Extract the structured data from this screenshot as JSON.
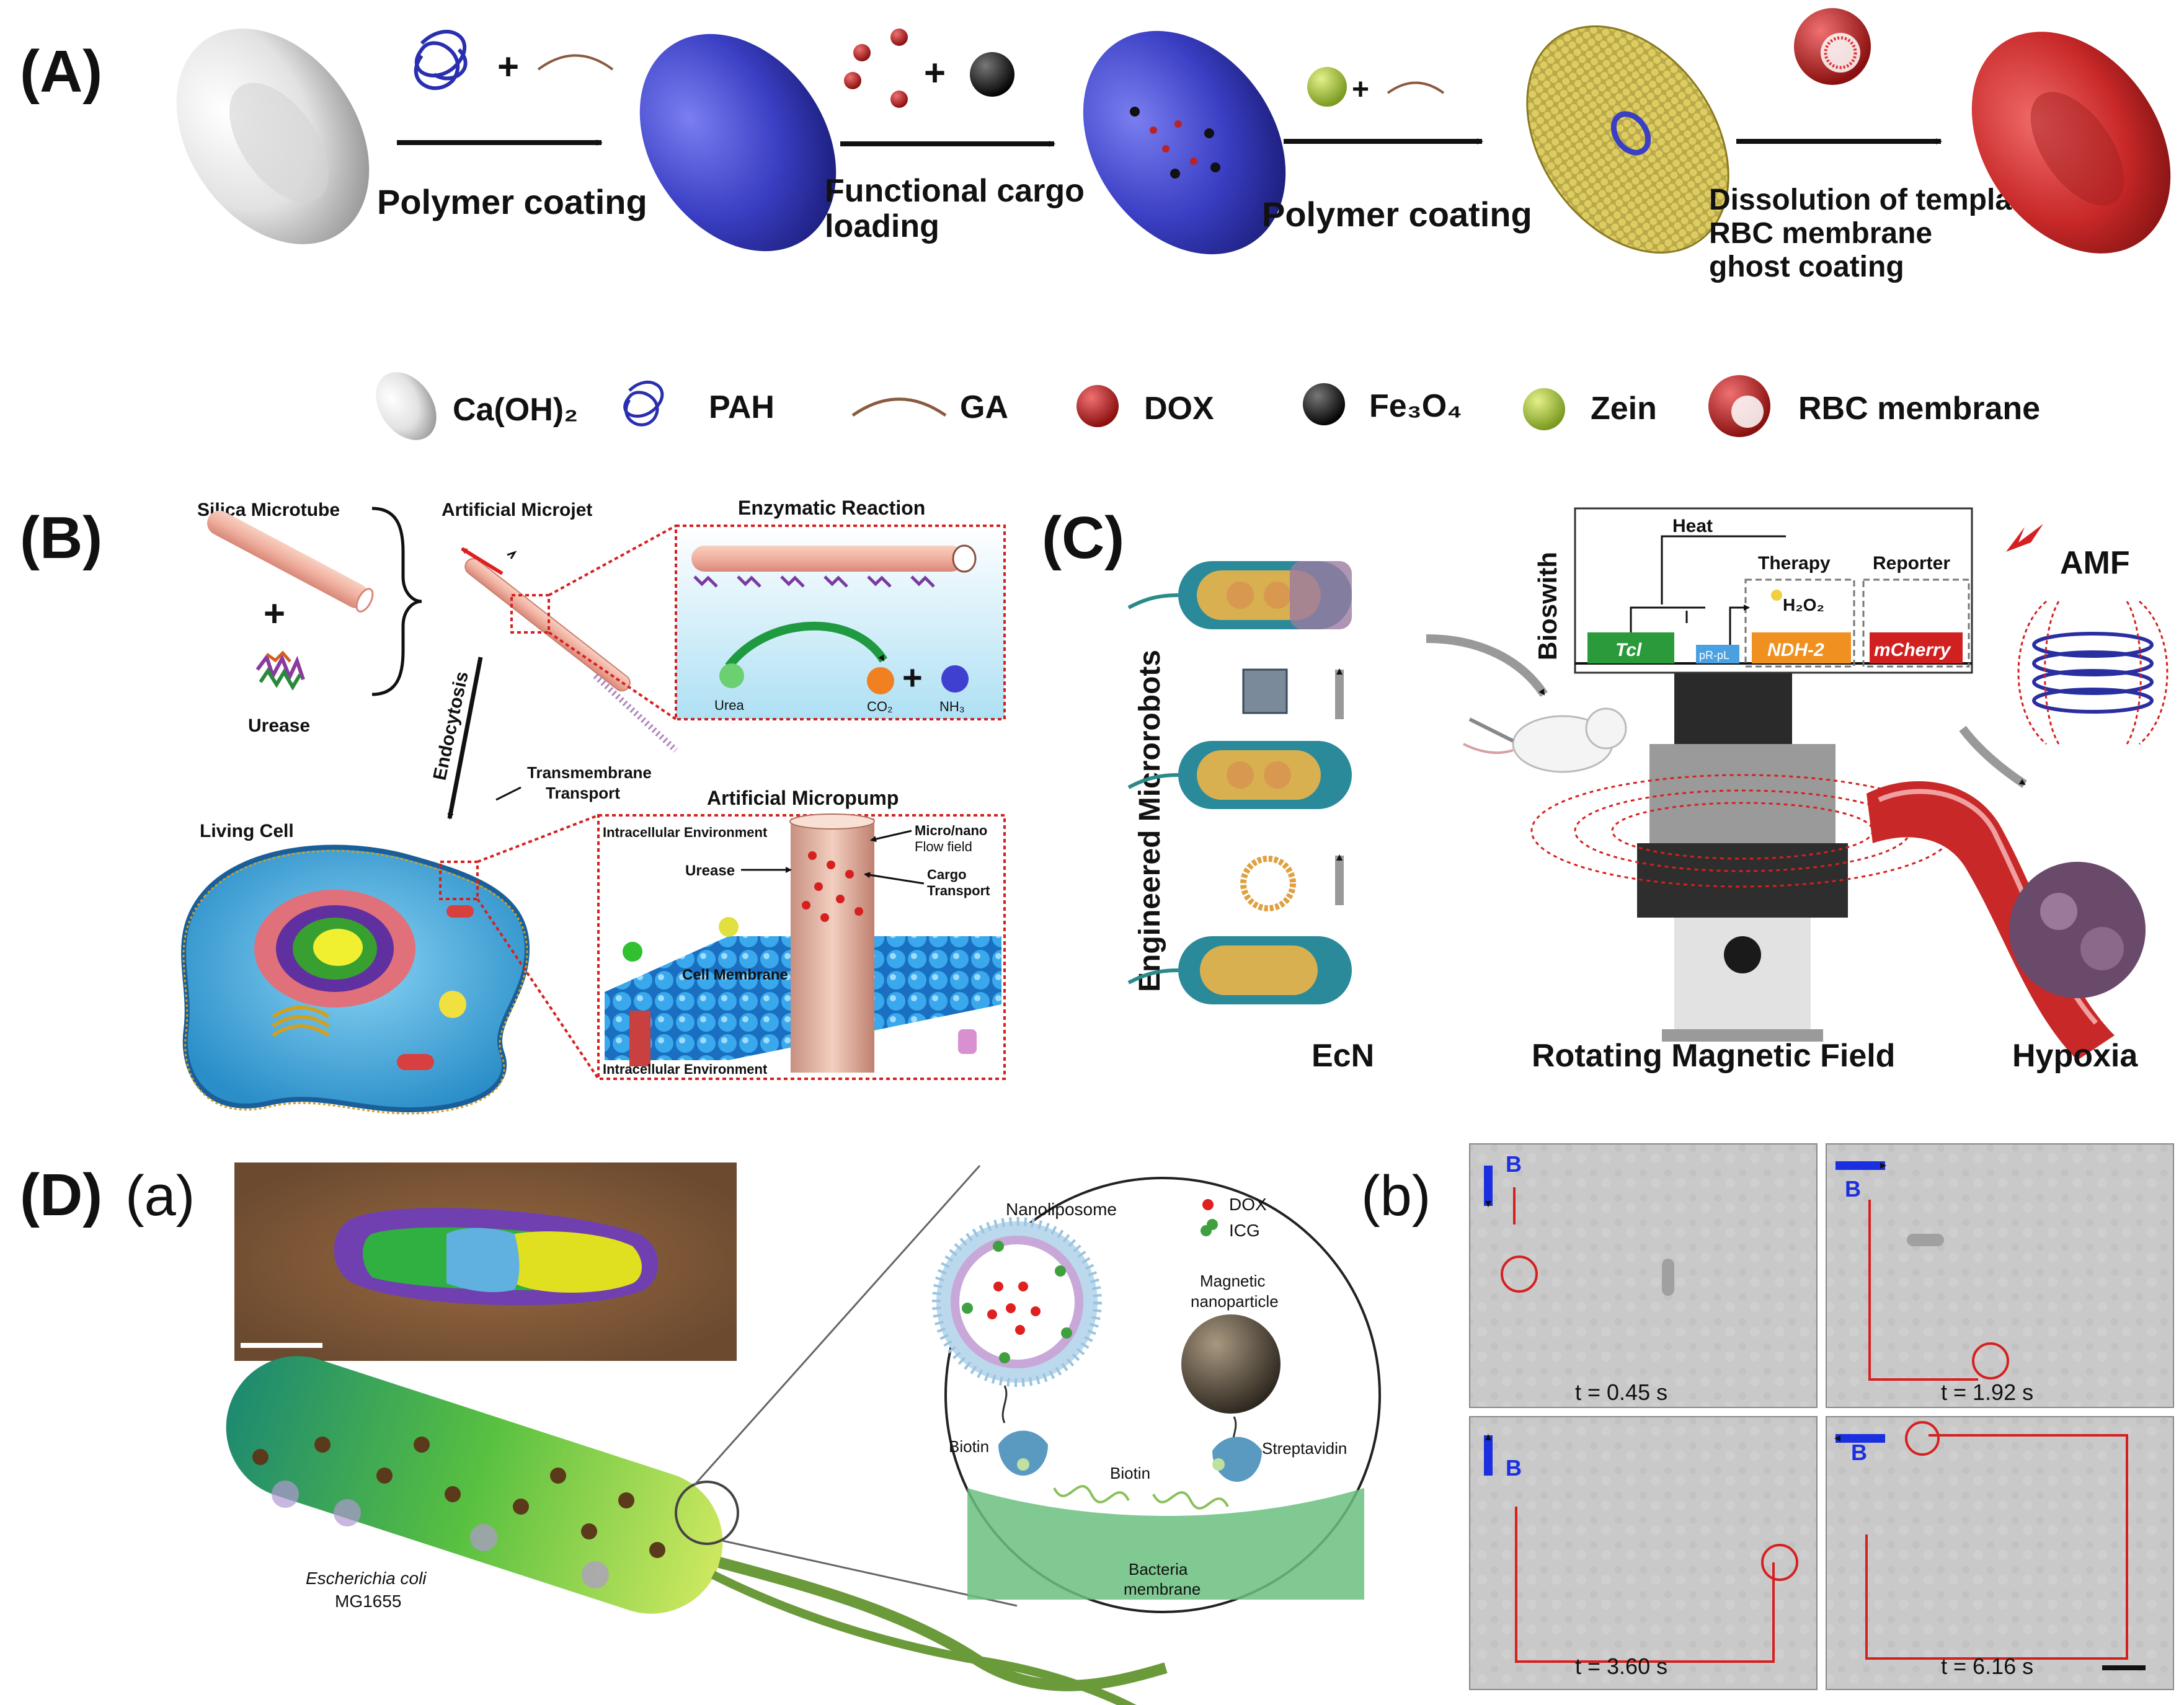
{
  "panels": {
    "a": "(A)",
    "b": "(B)",
    "c": "(C)",
    "d": "(D)",
    "d_sub_a": "(a)",
    "d_sub_b": "(b)"
  },
  "panel_a": {
    "steps": [
      "Polymer coating",
      "Functional cargo",
      "loading",
      "Polymer coating",
      "Dissolution of template",
      "RBC membrane",
      "ghost coating"
    ],
    "plus": "+",
    "legend": [
      "Ca(OH)₂",
      "PAH",
      "GA",
      "DOX",
      "Fe₃O₄",
      "Zein",
      "RBC membrane"
    ]
  },
  "panel_b": {
    "silica_microtube": "Silica Microtube",
    "artificial_microjet": "Artificial Microjet",
    "enzymatic_reaction": "Enzymatic Reaction",
    "urease": "Urease",
    "plus": "+",
    "urea": "Urea",
    "co2": "CO₂",
    "nh3": "NH₃",
    "endocytosis": "Endocytosis",
    "transmembrane_1": "Transmembrane",
    "transmembrane_2": "Transport",
    "living_cell": "Living Cell",
    "artificial_micropump": "Artificial Micropump",
    "intracellular_top": "Intracellular Environment",
    "intracellular_bottom": "Intracellular Environment",
    "micro_nano": "Micro/nano",
    "flow_field": "Flow field",
    "urease_label": "Urease",
    "cargo_1": "Cargo",
    "cargo_2": "Transport",
    "cell_membrane": "Cell Membrane"
  },
  "panel_c": {
    "engineered_microrobots": "Engineered Microrobots",
    "ecn": "EcN",
    "rotating_field": "Rotating Magnetic Field",
    "hypoxia": "Hypoxia",
    "amf": "AMF",
    "bioswitch": "Bioswith",
    "heat": "Heat",
    "therapy": "Therapy",
    "reporter": "Reporter",
    "h2o2": "H₂O₂",
    "tcl": "Tcl",
    "prpl": "pR-pL",
    "ndh2": "NDH-2",
    "mcherry": "mCherry"
  },
  "panel_d": {
    "nanoliposome": "Nanoliposome",
    "dox": "DOX",
    "icg": "ICG",
    "magnetic_1": "Magnetic",
    "magnetic_2": "nanoparticle",
    "biotin_left": "Biotin",
    "biotin_center": "Biotin",
    "streptavidin": "Streptavidin",
    "bacteria_1": "Bacteria",
    "bacteria_2": "membrane",
    "ecoli_1": "Escherichia coli",
    "ecoli_2": "MG1655",
    "frames": [
      {
        "field": "B",
        "time": "t = 0.45 s"
      },
      {
        "field": "B",
        "time": "t = 1.92 s"
      },
      {
        "field": "B",
        "time": "t = 3.60 s"
      },
      {
        "field": "B",
        "time": "t = 6.16 s"
      }
    ]
  },
  "colors": {
    "pah_blue": "#3a3fc4",
    "dox_red": "#b8232a",
    "zein_green": "#a8c040",
    "rbc_red": "#d8202a",
    "dotted_red": "#d62020",
    "field_arrow": "#1a2fe0"
  }
}
